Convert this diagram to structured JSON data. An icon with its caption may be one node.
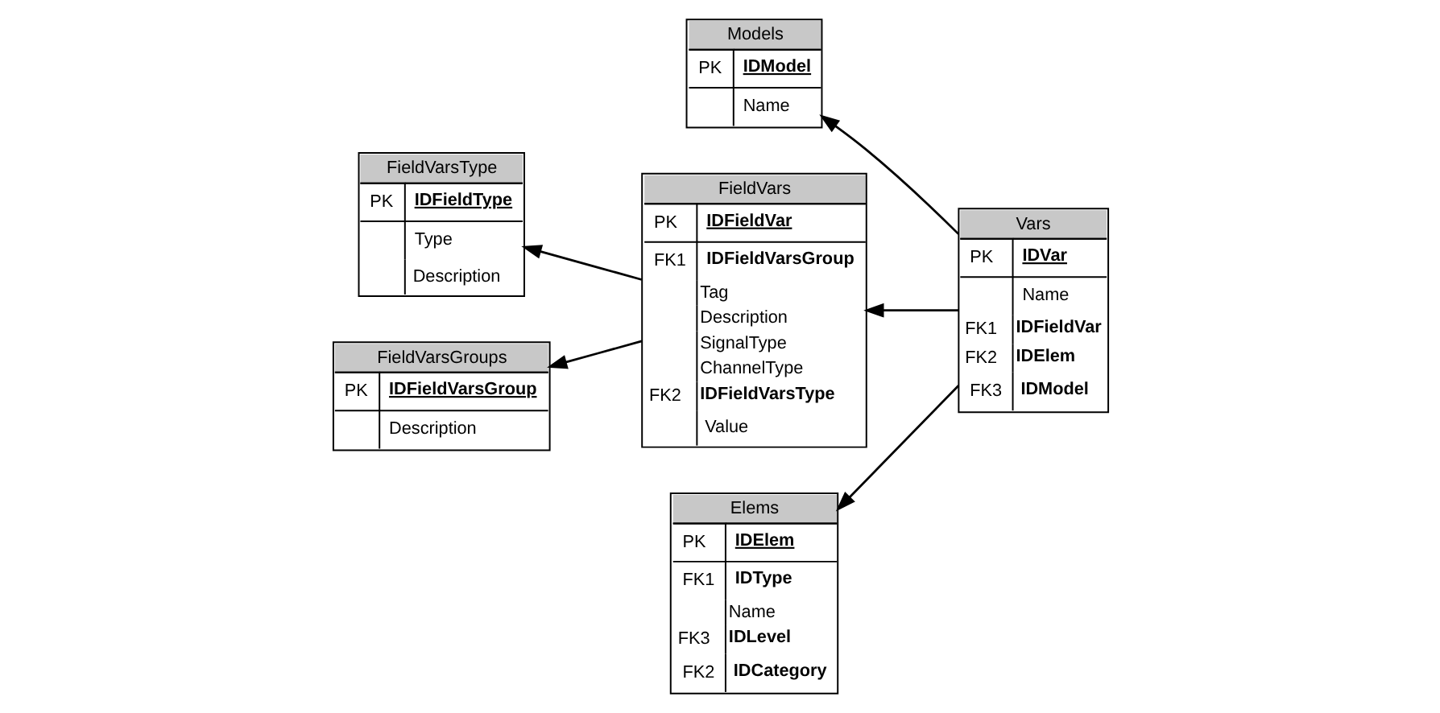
{
  "diagram": {
    "nodes": [
      {
        "text": [
          "Vars",
          "PK",
          "IDVar",
          "Name",
          "FK1",
          "IDFieldVar",
          "FK2",
          "IDElem",
          "FK3",
          "IDModel"
        ]
      },
      {
        "text": [
          "Models",
          "PK",
          "IDModel",
          "Name"
        ]
      },
      {
        "text": [
          "FieldVarsType",
          "PK",
          "IDFieldType",
          "Type",
          "Description"
        ]
      },
      {
        "text": [
          "FieldVars",
          "PK",
          "IDFieldVar",
          "FK1",
          "IDFieldVarsGroup",
          "Tag",
          "Description",
          "SignalType",
          "ChannelType",
          "FK2",
          "IDFieldVarsType",
          "Value"
        ]
      },
      {
        "text": [
          "Elems",
          "PK",
          "IDElem",
          "FK1",
          "IDType",
          "Name",
          "FK3",
          "IDLevel",
          "FK2",
          "IDCategory"
        ]
      },
      {
        "text": [
          "FieldVarsGroups",
          "PK",
          "IDFieldVarsGroup",
          "Description"
        ]
      }
    ],
    "edges": [
      {
        "from": 0,
        "to": 1,
        "arrow": "to"
      },
      {
        "from": 0,
        "to": 3,
        "arrow": "to"
      },
      {
        "from": 0,
        "to": 4,
        "arrow": "to"
      },
      {
        "from": 3,
        "to": 2,
        "arrow": "to"
      },
      {
        "from": 3,
        "to": 5,
        "arrow": "to"
      }
    ]
  }
}
